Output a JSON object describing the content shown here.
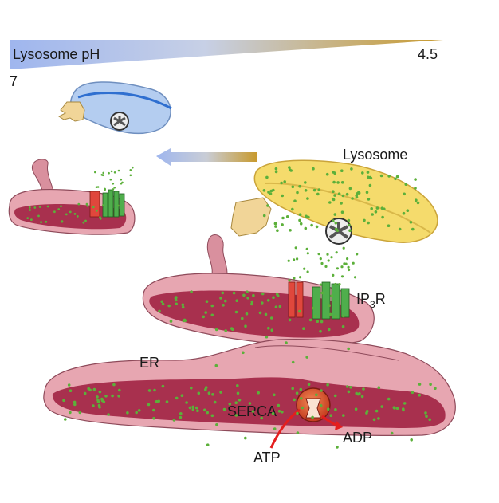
{
  "labels": {
    "ph_title": "Lysosome pH",
    "ph_low": "4.5",
    "ph_high": "7",
    "lysosome": "Lysosome",
    "ip3r_main": "IP",
    "ip3r_sub": "3",
    "ip3r_end": "R",
    "er": "ER",
    "serca": "SERCA",
    "atp": "ATP",
    "adp": "ADP"
  },
  "colors": {
    "ph_gradient_start": "#a9bff0",
    "ph_gradient_end": "#c8a040",
    "er_membrane": "#e7a6b1",
    "er_lumen": "#a8304e",
    "calcium_dot": "#5cb03a",
    "lysosome_fill": "#f5db6c",
    "neutral_lysosome": "#b4cdf0",
    "ip3r_channel": "#4fae4c",
    "tpc_channel": "#e0473c",
    "serca_pump": "#d9502a",
    "reaction_arrow": "#e41e1e"
  },
  "icons": {
    "channel": "trpml-channel-icon",
    "receptor": "lysosome-receptor-icon",
    "flow_arrow": "direction-arrow-icon"
  }
}
